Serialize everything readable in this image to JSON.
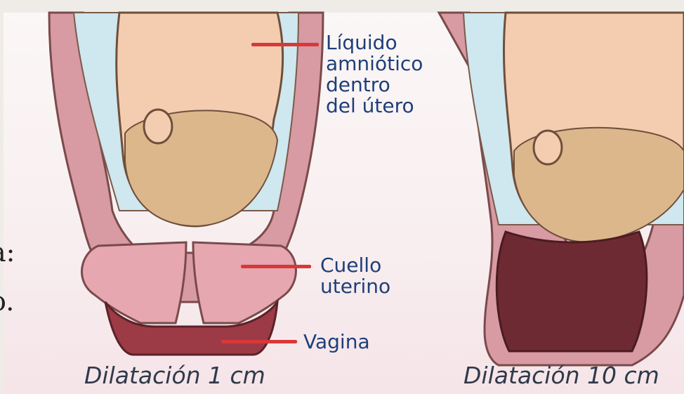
{
  "side_text": {
    "line1": "a:",
    "line2": "o."
  },
  "labels": {
    "amniotic": [
      "Líquido",
      "amniótico",
      "dentro",
      "del útero"
    ],
    "cervix": [
      "Cuello",
      "uterino"
    ],
    "vagina": "Vagina"
  },
  "captions": {
    "left": "Dilatación 1 cm",
    "right": "Dilatación 10 cm"
  },
  "colors": {
    "label_text": "#1e3f7a",
    "leader_line": "#d93838",
    "uterus_wall": "#d89aa3",
    "amniotic_fluid": "#cfe7ee",
    "skin": "#f4cdb0",
    "hair": "#dcb78c",
    "cervix": "#e6a7b0",
    "vagina": "#9c3a45"
  }
}
